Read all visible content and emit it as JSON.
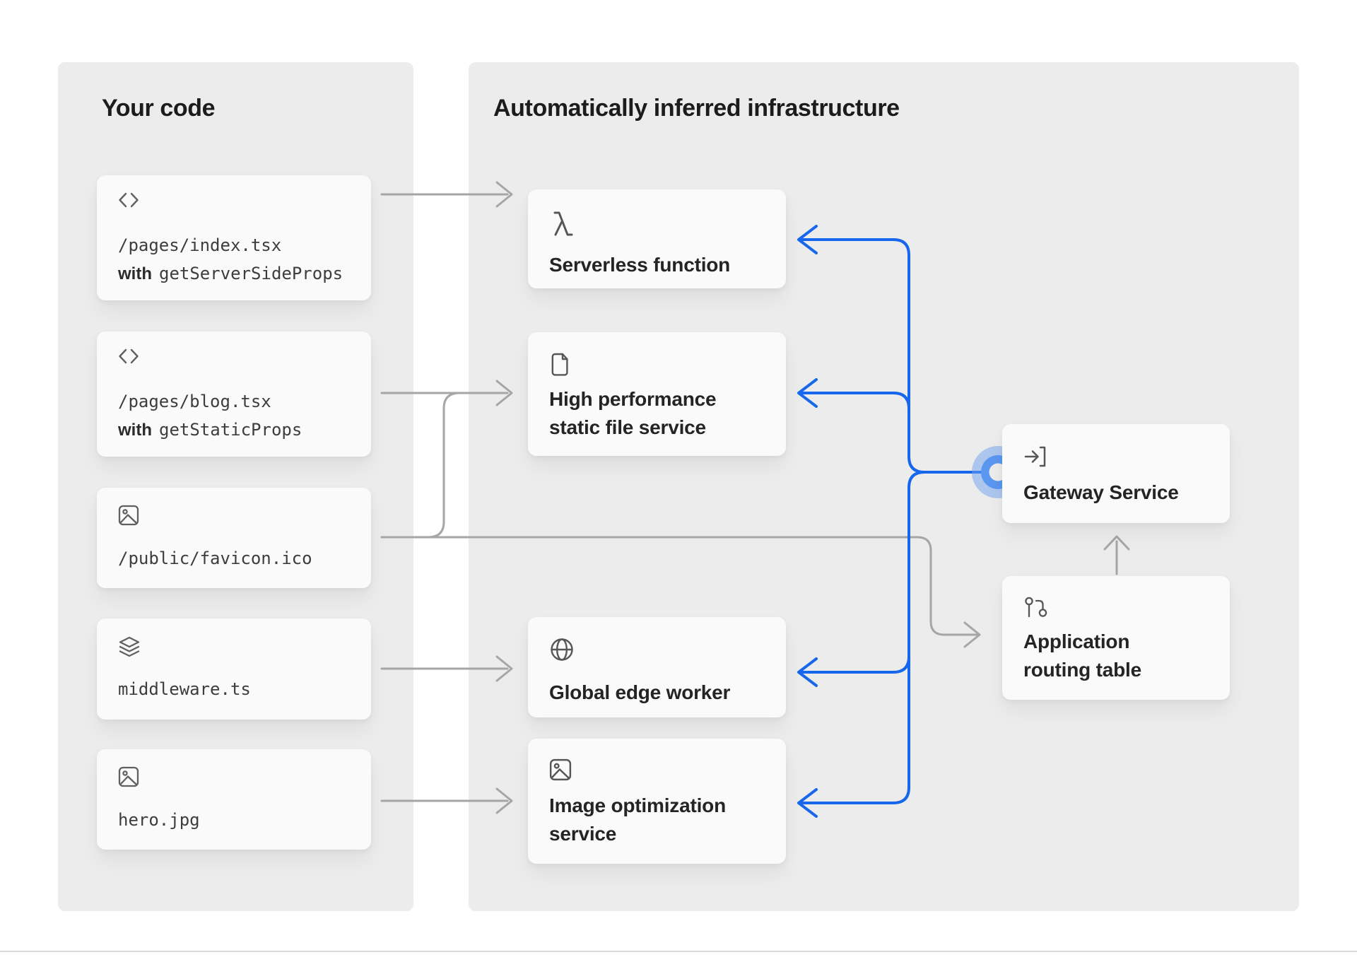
{
  "your_code": {
    "title": "Your code",
    "cards": [
      {
        "icon": "code-icon",
        "path": "/pages/index.tsx",
        "with_label": "with",
        "with_code": "getServerSideProps"
      },
      {
        "icon": "code-icon",
        "path": "/pages/blog.tsx",
        "with_label": "with",
        "with_code": "getStaticProps"
      },
      {
        "icon": "image-icon",
        "path": "/public/favicon.ico"
      },
      {
        "icon": "layers-icon",
        "path": "middleware.ts"
      },
      {
        "icon": "image-icon",
        "path": "hero.jpg"
      }
    ]
  },
  "infrastructure": {
    "title": "Automatically inferred infrastructure",
    "cards": [
      {
        "icon": "lambda-icon",
        "label_lines": [
          "Serverless function"
        ]
      },
      {
        "icon": "file-icon",
        "label_lines": [
          "High performance",
          "static file service"
        ]
      },
      {
        "icon": "globe-icon",
        "label_lines": [
          "Global edge worker"
        ]
      },
      {
        "icon": "image-icon",
        "label_lines": [
          "Image optimization",
          "service"
        ]
      },
      {
        "icon": "login-icon",
        "label_lines": [
          "Gateway Service"
        ]
      },
      {
        "icon": "route-icon",
        "label_lines": [
          "Application",
          "routing table"
        ]
      }
    ]
  },
  "colors": {
    "accent_blue": "#1767ec",
    "ring_blue": "#5b96f0",
    "halo_blue": "#abc9f4",
    "connector_gray": "#a6a6a6",
    "panel_bg": "#ececec",
    "card_bg": "#fafafa"
  }
}
